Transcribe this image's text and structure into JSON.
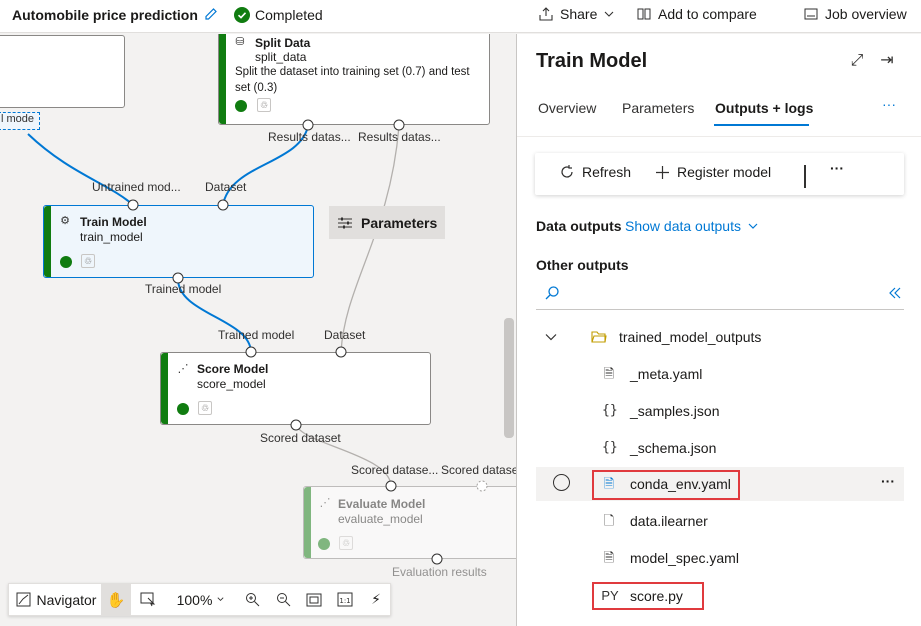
{
  "header": {
    "title": "Automobile price prediction",
    "status": "Completed",
    "share": "Share",
    "add_to_compare": "Add to compare",
    "job_overview": "Job overview"
  },
  "canvas": {
    "split_data": {
      "title": "Split Data",
      "subtitle": "split_data",
      "description": "Split the dataset into training set (0.7) and test set (0.3)",
      "port_left": "Results datas...",
      "port_right": "Results datas..."
    },
    "train_model": {
      "title": "Train Model",
      "subtitle": "train_model",
      "port_in_left": "Untrained mod...",
      "port_in_right": "Dataset",
      "port_out": "Trained model"
    },
    "score_model": {
      "title": "Score Model",
      "subtitle": "score_model",
      "port_in_left": "Trained model",
      "port_in_right": "Dataset",
      "port_out": "Scored dataset"
    },
    "evaluate_model": {
      "title": "Evaluate Model",
      "subtitle": "evaluate_model",
      "port_in_left": "Scored datase...",
      "port_in_right": "Scored dataset",
      "port_out": "Evaluation results"
    },
    "linear_label": "l mode",
    "parameters_button": "Parameters",
    "navigator": {
      "label": "Navigator",
      "zoom": "100%"
    }
  },
  "panel": {
    "title": "Train Model",
    "tabs": [
      "Overview",
      "Parameters",
      "Outputs + logs"
    ],
    "active_tab": "Outputs + logs",
    "toolbar": {
      "refresh": "Refresh",
      "register": "Register model"
    },
    "data_outputs_label": "Data outputs",
    "show_data_outputs": "Show data outputs",
    "other_outputs_label": "Other outputs",
    "folder": "trained_model_outputs",
    "files": [
      {
        "name": "_meta.yaml",
        "icon": "yaml-file-icon"
      },
      {
        "name": "_samples.json",
        "icon": "json-file-icon"
      },
      {
        "name": "_schema.json",
        "icon": "json-file-icon"
      },
      {
        "name": "conda_env.yaml",
        "icon": "yaml-file-icon"
      },
      {
        "name": "data.ilearner",
        "icon": "file-icon"
      },
      {
        "name": "model_spec.yaml",
        "icon": "yaml-file-icon"
      },
      {
        "name": "score.py",
        "icon": "python-file-icon",
        "badge": "PY"
      }
    ]
  },
  "colors": {
    "accent": "#0078d4",
    "success": "#107c10",
    "highlight": "#e03a3e"
  }
}
